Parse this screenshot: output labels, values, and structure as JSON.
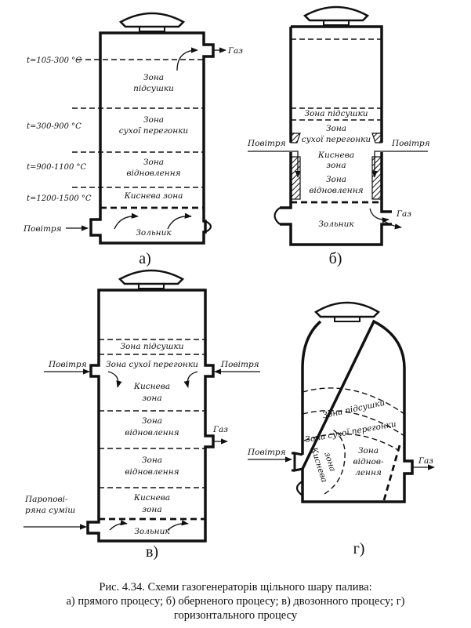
{
  "diagrams": {
    "a": {
      "label": "а)",
      "temps": [
        "t=105-300 °C",
        "t=300-900 °C",
        "t=900-1100 °C",
        "t=1200-1500 °C"
      ],
      "zone_drying": [
        "Зона",
        "підсушки"
      ],
      "zone_distill": [
        "Зона",
        "сухої перегонки"
      ],
      "zone_reduction": [
        "Зона",
        "відновлення"
      ],
      "zone_oxygen": "Киснева зона",
      "ash": "Зольник",
      "air": "Повітря",
      "gas": "Газ"
    },
    "b": {
      "label": "б)",
      "zone_drying": "Зона підсушки",
      "zone_distill": [
        "Зона",
        "сухої перегонки"
      ],
      "zone_oxygen": [
        "Киснева",
        "зона"
      ],
      "zone_reduction": [
        "Зона",
        "відновлення"
      ],
      "ash": "Зольник",
      "air_left": "Повітря",
      "air_right": "Повітря",
      "gas": "Газ"
    },
    "c": {
      "label": "в)",
      "zone_drying": "Зона підсушки",
      "zone_distill": "Зона сухої перегонки",
      "zone_oxygen_top": [
        "Киснева",
        "зона"
      ],
      "zone_reduction_1": [
        "Зона",
        "відновлення"
      ],
      "zone_reduction_2": [
        "Зона",
        "відновлення"
      ],
      "zone_oxygen_bottom": [
        "Киснева",
        "зона"
      ],
      "ash": "Зольник",
      "air_left": "Повітря",
      "air_right": "Повітря",
      "steam_air": [
        "Паропові-",
        "ряна суміш"
      ],
      "gas": "Газ"
    },
    "d": {
      "label": "г)",
      "zone_drying": "Зона підсушки",
      "zone_distill": "Зона сухої перегонки",
      "zone_oxygen": [
        "Киснева",
        "зона"
      ],
      "zone_reduction": [
        "Зона",
        "віднов-",
        "лення"
      ],
      "air": "Повітря",
      "gas": "Газ"
    }
  },
  "caption": [
    "Рис. 4.34. Схеми газогенераторів щільного шару палива:",
    "а) прямого процесу; б) оберненого процесу; в) двозонного процесу; г)",
    "горизонтального процесу"
  ]
}
